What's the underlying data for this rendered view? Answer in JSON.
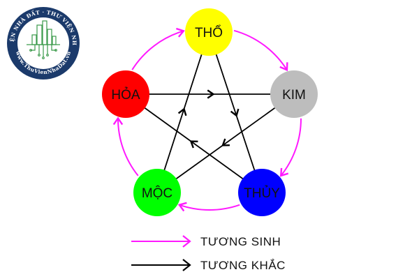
{
  "logo": {
    "name": "thu-vien-nha-dat-logo",
    "top_text": "THƯ VIỆN NHÀ ĐẤT · THƯ VIỆN NHÀ ĐẤT",
    "bottom_text": "www.ThuVienNhaDat.vn",
    "ring_color": "#1b3a6b",
    "emblem_color": "#3a9a4a"
  },
  "colors": {
    "generating": "#ff19ff",
    "overcoming": "#000000"
  },
  "elements": [
    {
      "id": "tho",
      "label": "THỔ",
      "color": "#ffff00"
    },
    {
      "id": "kim",
      "label": "KIM",
      "color": "#bdbdbd"
    },
    {
      "id": "thuy",
      "label": "THỦY",
      "color": "#0000ff"
    },
    {
      "id": "moc",
      "label": "MỘC",
      "color": "#00ff00"
    },
    {
      "id": "hoa",
      "label": "HỎA",
      "color": "#ff0000"
    }
  ],
  "generating_cycle": [
    {
      "from": "hoa",
      "to": "tho"
    },
    {
      "from": "tho",
      "to": "kim"
    },
    {
      "from": "kim",
      "to": "thuy"
    },
    {
      "from": "thuy",
      "to": "moc"
    },
    {
      "from": "moc",
      "to": "hoa"
    }
  ],
  "overcoming_cycle": [
    {
      "from": "hoa",
      "to": "kim"
    },
    {
      "from": "kim",
      "to": "moc"
    },
    {
      "from": "moc",
      "to": "tho"
    },
    {
      "from": "tho",
      "to": "thuy"
    },
    {
      "from": "thuy",
      "to": "hoa"
    }
  ],
  "legend": {
    "generating_label": "TƯƠNG  SINH",
    "overcoming_label": "TƯƠNG  KHẮC"
  }
}
